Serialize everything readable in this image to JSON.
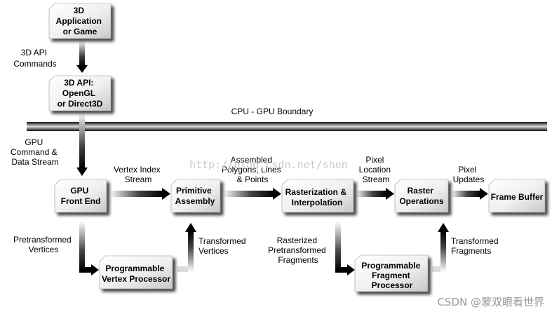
{
  "nodes": {
    "app": [
      "3D",
      "Application",
      "or Game"
    ],
    "api": [
      "3D API:",
      "OpenGL",
      "or Direct3D"
    ],
    "front_end": [
      "GPU",
      "Front End"
    ],
    "primitive_assembly": [
      "Primitive",
      "Assembly"
    ],
    "rasterization": [
      "Rasterization &",
      "Interpolation"
    ],
    "raster_ops": [
      "Raster",
      "Operations"
    ],
    "frame_buffer": [
      "Frame Buffer"
    ],
    "vertex_processor": [
      "Programmable",
      "Vertex Processor"
    ],
    "fragment_processor": [
      "Programmable",
      "Fragment",
      "Processor"
    ]
  },
  "labels": {
    "api_commands": [
      "3D API",
      "Commands"
    ],
    "boundary": "CPU - GPU Boundary",
    "gpu_command": [
      "GPU",
      "Command &",
      "Data Stream"
    ],
    "vertex_index": [
      "Vertex Index",
      "Stream"
    ],
    "assembled": [
      "Assembled",
      "Polygons, Lines",
      "& Points"
    ],
    "pixel_location": [
      "Pixel",
      "Location",
      "Stream"
    ],
    "pixel_updates": [
      "Pixel",
      "Updates"
    ],
    "pretransformed_vertices": [
      "Pretransformed",
      "Vertices"
    ],
    "transformed_vertices": [
      "Transformed",
      "Vertices"
    ],
    "rasterized_fragments": [
      "Rasterized",
      "Pretransformed",
      "Fragments"
    ],
    "transformed_fragments": [
      "Transformed",
      "Fragments"
    ]
  },
  "watermark": "http://blog.csdn.net/shen",
  "credit": "CSDN @蒙双眼看世界",
  "colors": {
    "box_fill_light": "#ffffff",
    "box_fill_dark": "#c9c9c9",
    "arrow": "#000000",
    "boundary_bar": "#3a3a3a"
  }
}
